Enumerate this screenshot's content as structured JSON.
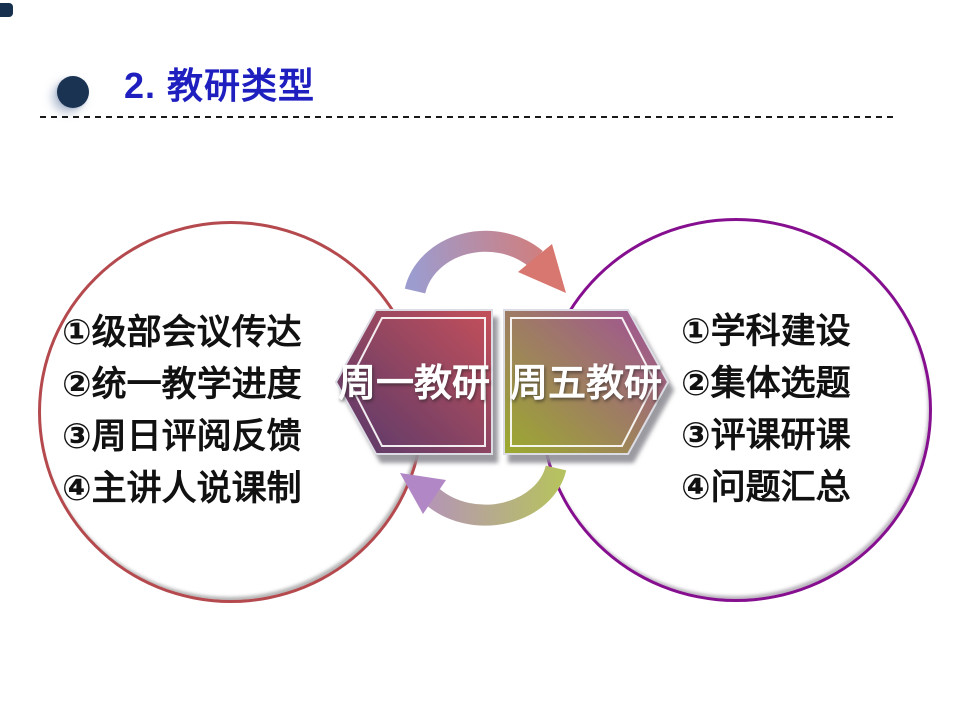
{
  "header": {
    "title": "2. 教研类型"
  },
  "hexagons": {
    "left_label": "周一教研",
    "right_label": "周五教研"
  },
  "left_circle": {
    "items": [
      "①级部会议传达",
      "②统一教学进度",
      "③周日评阅反馈",
      "④主讲人说课制"
    ]
  },
  "right_circle": {
    "items": [
      "①学科建设",
      "②集体选题",
      "③评课研课",
      "④问题汇总"
    ]
  },
  "colors": {
    "title_blue": "#1f1fc0",
    "bullet_navy": "#1b3352",
    "left_circle_border": "#b4494e",
    "right_circle_border": "#850f8f",
    "hex_left_top": "#c4505a",
    "hex_left_bottom": "#55396b",
    "hex_right_top": "#a14d9b",
    "hex_right_bottom": "#9cab2d",
    "arrow_top_start": "#9c9ccf",
    "arrow_top_end": "#d87a72",
    "arrow_bottom_start": "#b6c25f",
    "arrow_bottom_end": "#b58cc8",
    "text_black": "#111111"
  }
}
